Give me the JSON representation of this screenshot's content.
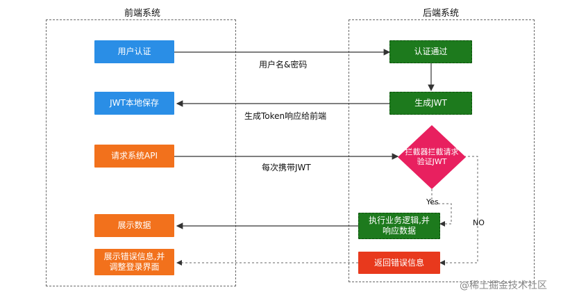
{
  "frontend": {
    "title": "前端系统",
    "boxes": {
      "auth": "用户认证",
      "save_jwt": "JWT本地保存",
      "request_api": "请求系统API",
      "show_data": "展示数据",
      "show_error": "展示错误信息,并\n调整登录界面"
    }
  },
  "backend": {
    "title": "后端系统",
    "boxes": {
      "auth_pass": "认证通过",
      "gen_jwt": "生成JWT",
      "interceptor": "拦截器拦截请求\n验证JWT",
      "exec_logic": "执行业务逻辑,并\n响应数据",
      "return_error": "返回错误信息"
    }
  },
  "arrows": {
    "username_password": "用户名&密码",
    "gen_token": "生成Token响应给前端",
    "carry_jwt": "每次携带JWT",
    "yes": "Yes",
    "no": "NO"
  },
  "watermark": "@稀土掘金技术社区",
  "colors": {
    "blue": "#2a8ee6",
    "orange": "#f2711c",
    "green": "#1d7a1d",
    "red": "#e8391d",
    "diamond": "#e8205f"
  }
}
